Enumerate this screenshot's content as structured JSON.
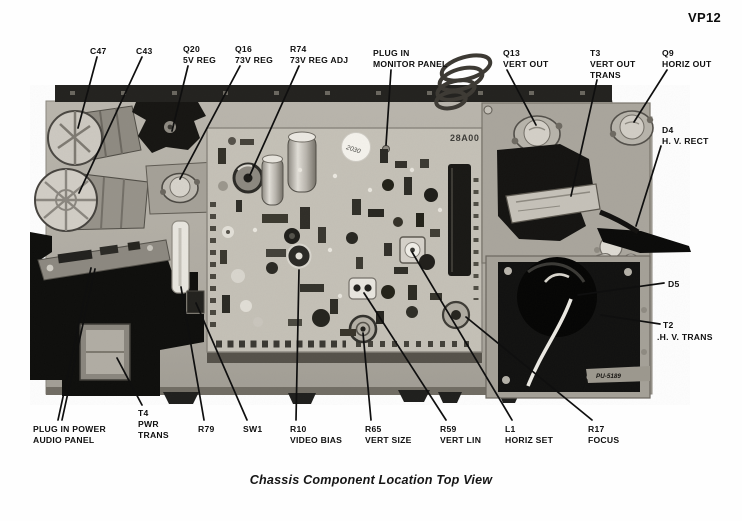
{
  "page": {
    "model": "VP12",
    "caption": "Chassis Component Location Top View"
  },
  "board_markings": {
    "pcb_stamp": "28A00",
    "sticker_note": "2030",
    "plate_stamp": "PU-5189"
  },
  "callouts": {
    "c47": {
      "label": "C47"
    },
    "c43": {
      "label": "C43"
    },
    "q20": {
      "label": "Q20",
      "desc": "5V REG"
    },
    "q16": {
      "label": "Q16",
      "desc": "73V REG"
    },
    "r74": {
      "label": "R74",
      "desc": "73V REG ADJ"
    },
    "monitor": {
      "label": "PLUG IN",
      "desc": "MONITOR PANEL"
    },
    "q13": {
      "label": "Q13",
      "desc": "VERT OUT"
    },
    "t3": {
      "label": "T3",
      "desc": "VERT OUT",
      "desc2": "TRANS"
    },
    "q9": {
      "label": "Q9",
      "desc": "HORIZ OUT"
    },
    "d4": {
      "label": "D4",
      "desc": "H. V. RECT"
    },
    "d5": {
      "label": "D5"
    },
    "t2": {
      "label": "T2",
      "desc": ".H. V. TRANS"
    },
    "audio": {
      "label": "PLUG IN POWER",
      "desc": "AUDIO PANEL"
    },
    "t4": {
      "label": "T4",
      "desc": "PWR",
      "desc2": "TRANS"
    },
    "r79": {
      "label": "R79"
    },
    "sw1": {
      "label": "SW1"
    },
    "r10": {
      "label": "R10",
      "desc": "VIDEO BIAS"
    },
    "r65": {
      "label": "R65",
      "desc": "VERT SIZE"
    },
    "r59": {
      "label": "R59",
      "desc": "VERT LIN"
    },
    "l1": {
      "label": "L1",
      "desc": "HORIZ SET"
    },
    "r17": {
      "label": "R17",
      "desc": "FOCUS"
    }
  }
}
